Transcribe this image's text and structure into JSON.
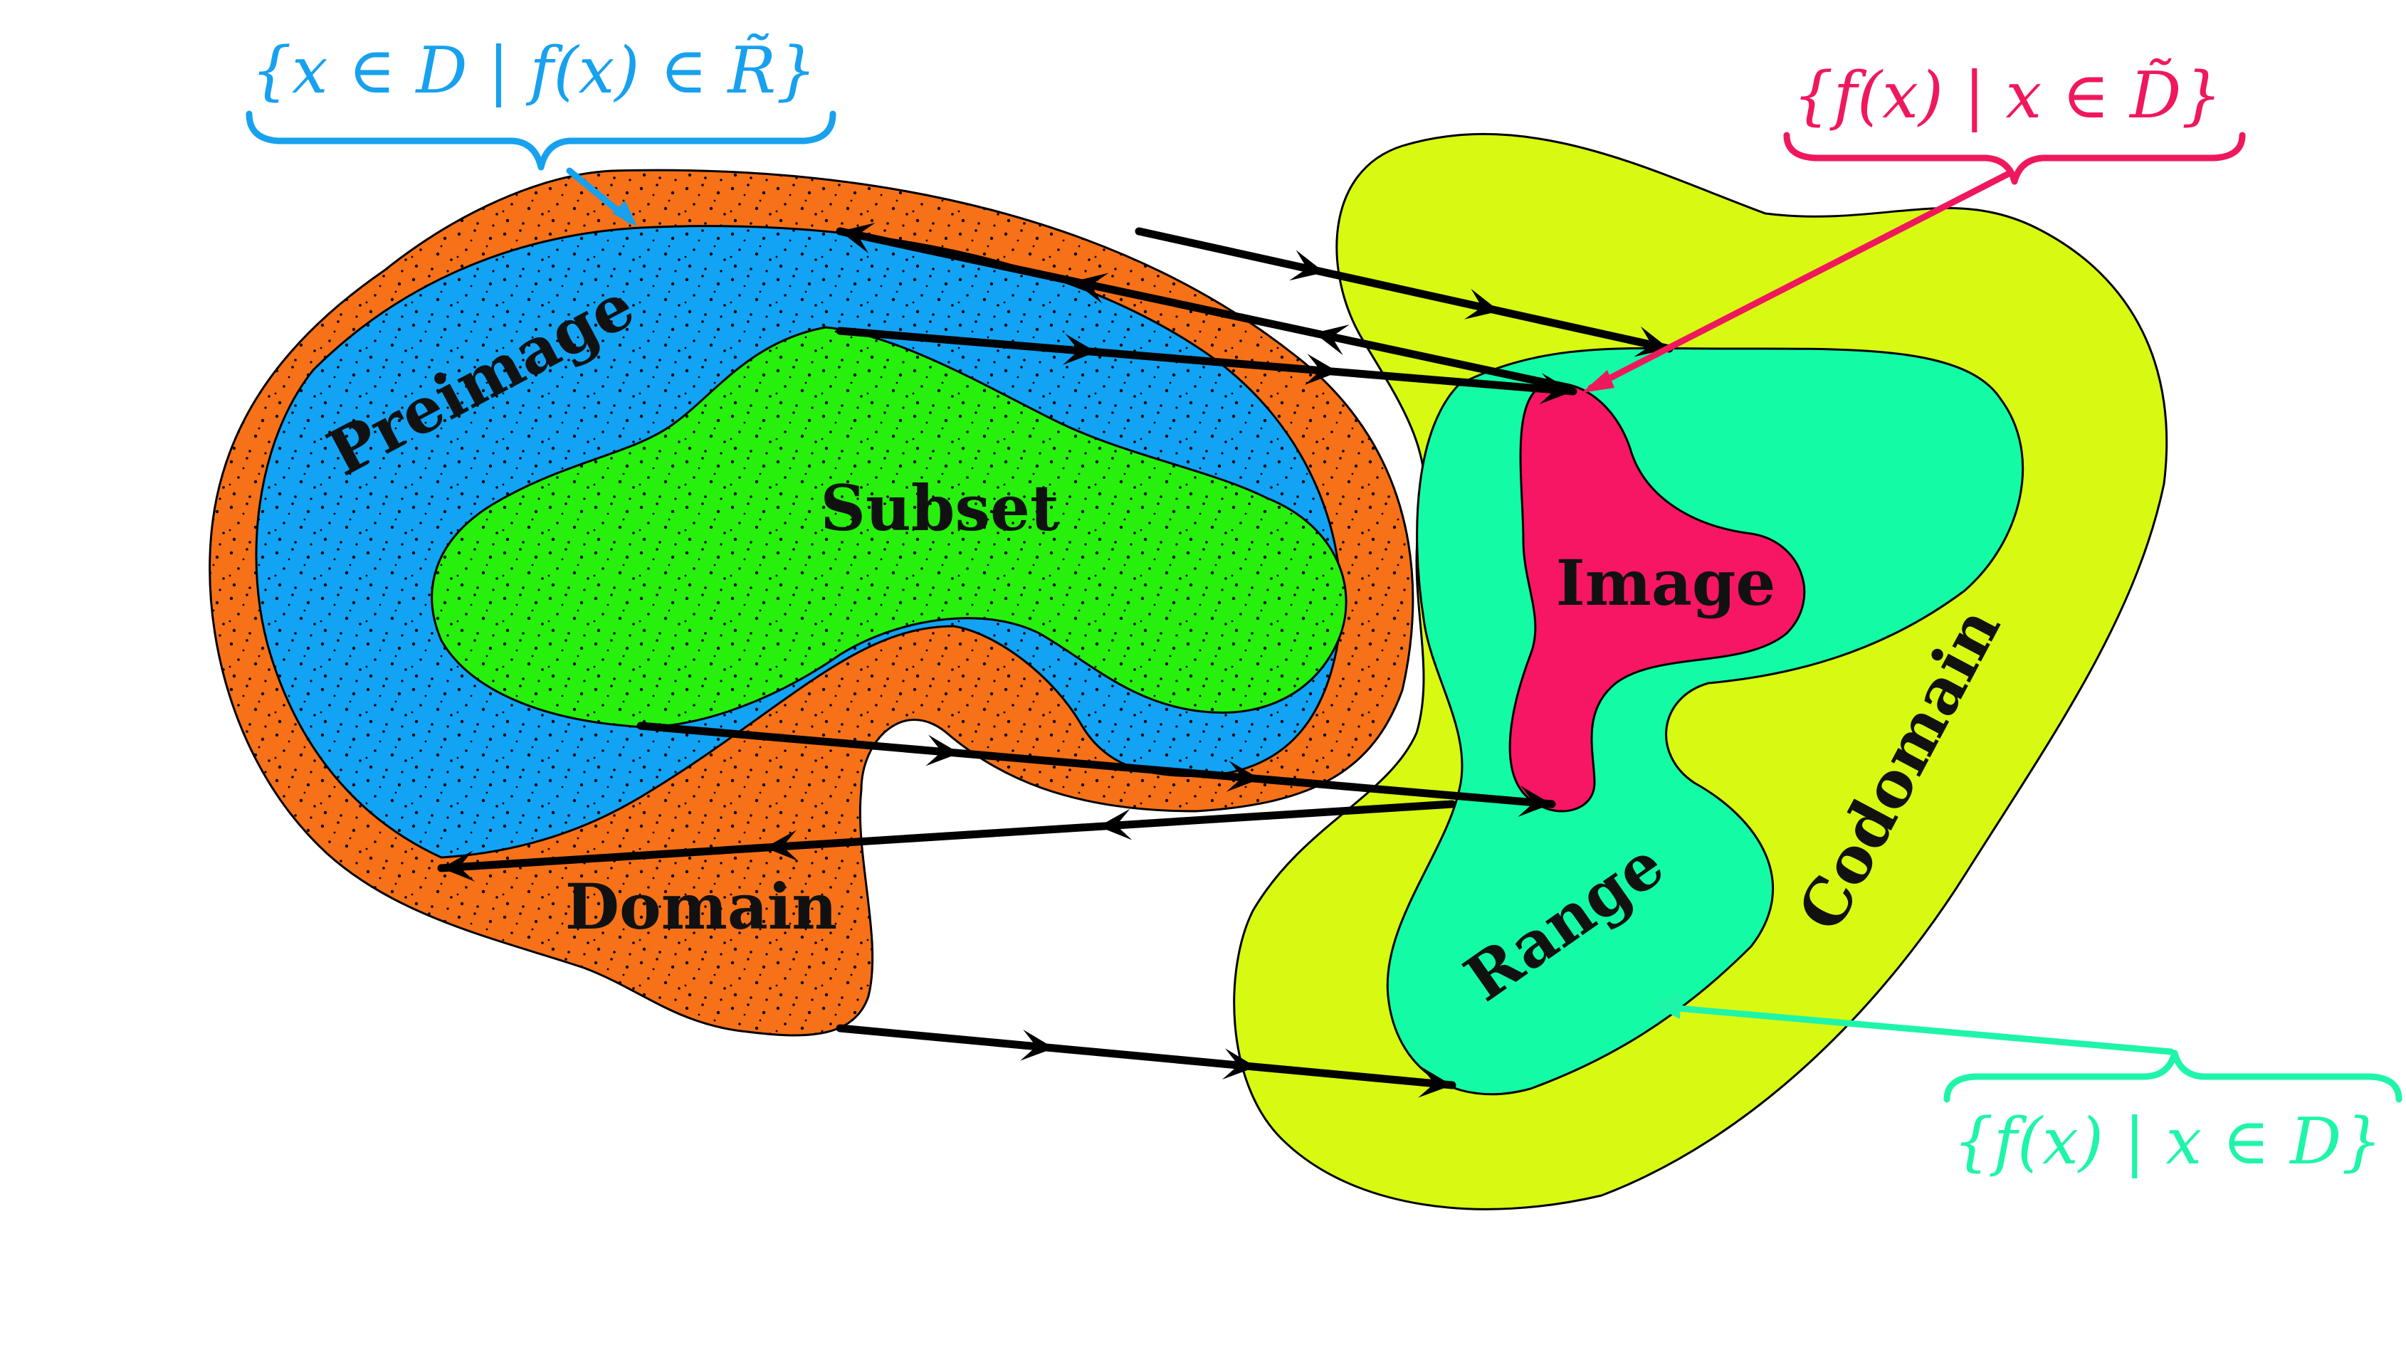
{
  "labels": {
    "domain": "Domain",
    "preimage": "Preimage",
    "subset": "Subset",
    "image": "Image",
    "range": "Range",
    "codomain": "Codomain"
  },
  "annotations": {
    "preimage_set": "{x ∈ D | f(x) ∈ R̃}",
    "image_set": "{f(x) | x ∈ D̃}",
    "range_set": "{f(x) | x ∈ D}"
  },
  "colors": {
    "domain": "#f77118",
    "preimage": "#12a3f5",
    "subset": "#27f00d",
    "codomain": "#d8f912",
    "range": "#14fba6",
    "image": "#f71664",
    "preimage_annotation": "#17a1ee",
    "image_annotation": "#f0185d",
    "range_annotation": "#1ff5a9",
    "arrows": "#000000"
  }
}
